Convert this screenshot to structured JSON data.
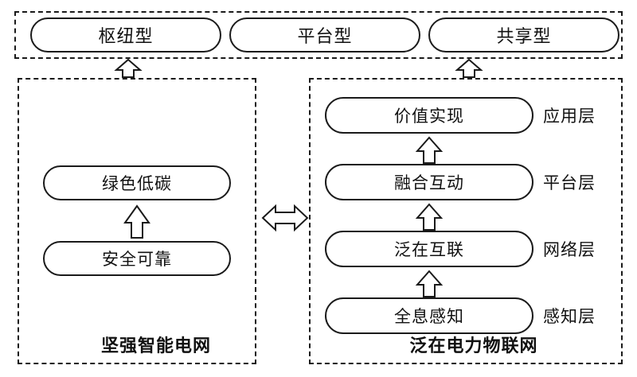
{
  "diagram": {
    "title_nodes": [
      {
        "label": "枢纽型"
      },
      {
        "label": "平台型"
      },
      {
        "label": "共享型"
      }
    ],
    "left_panel": {
      "caption": "坚强智能电网",
      "nodes": [
        {
          "label": "绿色低碳"
        },
        {
          "label": "安全可靠"
        }
      ]
    },
    "right_panel": {
      "caption": "泛在电力物联网",
      "rows": [
        {
          "node": "价值实现",
          "layer": "应用层"
        },
        {
          "node": "融合互动",
          "layer": "平台层"
        },
        {
          "node": "泛在互联",
          "layer": "网络层"
        },
        {
          "node": "全息感知",
          "layer": "感知层"
        }
      ]
    },
    "arrows": {
      "left_up": "up-arrow",
      "right_up_1": "up-arrow",
      "right_up_2": "up-arrow",
      "right_up_3": "up-arrow",
      "left_to_top": "up-arrow",
      "right_to_top": "up-arrow",
      "between_panels": "left-right-arrow"
    },
    "colors": {
      "stroke": "#1a1a1a",
      "text": "#111111",
      "background": "#ffffff"
    }
  }
}
